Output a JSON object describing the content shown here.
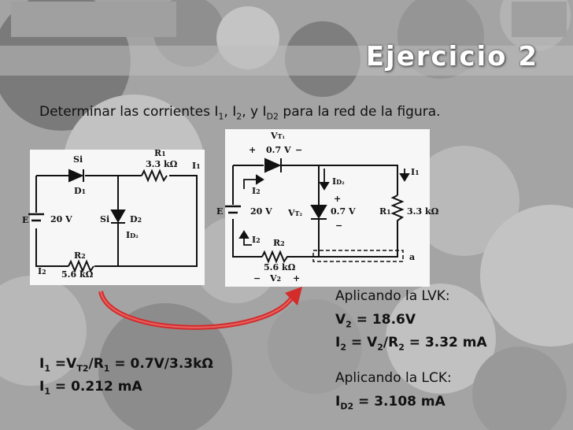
{
  "slide": {
    "title": "Ejercicio 2",
    "prompt_parts": [
      "Determinar las corrientes I",
      "1",
      ", I",
      "2",
      ", y I",
      "D2",
      " para la red de la figura."
    ]
  },
  "left_circuit": {
    "labels": {
      "si_d1": "Si",
      "d1": "D",
      "d1_sub": "1",
      "r1": "R",
      "r1_sub": "1",
      "r1_val": "3.3 kΩ",
      "i1": "I",
      "i1_sub": "1",
      "e": "E",
      "e_val": "20 V",
      "si_d2": "Si",
      "d2": "D",
      "d2_sub": "2",
      "id2": "I",
      "id2_sub": "D₂",
      "r2": "R",
      "r2_sub": "2",
      "r2_val": "5.6 kΩ",
      "i2": "I",
      "i2_sub": "2"
    }
  },
  "right_circuit": {
    "labels": {
      "vt1": "V",
      "vt1_sub": "T₁",
      "vt1_val": "0.7 V",
      "plus": "+",
      "minus": "−",
      "i2": "I",
      "i2_sub": "2",
      "id2": "I",
      "id2_sub": "D₂",
      "i1": "I",
      "i1_sub": "1",
      "e": "E",
      "e_val": "20 V",
      "vt2": "V",
      "vt2_sub": "T₂",
      "vd2_val": "0.7 V",
      "r1": "R",
      "r1_sub": "1",
      "r1_val": "3.3 kΩ",
      "r2": "R",
      "r2_sub": "2",
      "r2_val": "5.6 kΩ",
      "v2": "V",
      "v2_sub": "2",
      "node_a": "a"
    }
  },
  "lvk": {
    "heading": "Aplicando la LVK:",
    "v2_lhs": "V",
    "v2_sub": "2",
    "v2_rhs": " = 18.6V",
    "i2_a": "I",
    "i2_a_sub": "2",
    "i2_b": " = V",
    "i2_b_sub": "2",
    "i2_c": "/R",
    "i2_c_sub": "2",
    "i2_d": " = 3.32 mA"
  },
  "lck": {
    "heading": "Aplicando la LCK:",
    "id2_lhs": "I",
    "id2_sub": "D2",
    "id2_rhs": " = 3.108 mA"
  },
  "left_eq": {
    "l1_a": "I",
    "l1_a_sub": "1",
    "l1_b": " =V",
    "l1_b_sub": "T2",
    "l1_c": "/R",
    "l1_c_sub": "1",
    "l1_d": " = 0.7V/3.3kΩ",
    "l2_a": "I",
    "l2_a_sub": "1",
    "l2_b": " = 0.212 mA"
  },
  "colors": {
    "background": "#a4a4a4",
    "title": "#ffffff",
    "arrow": "#d42b2b"
  }
}
